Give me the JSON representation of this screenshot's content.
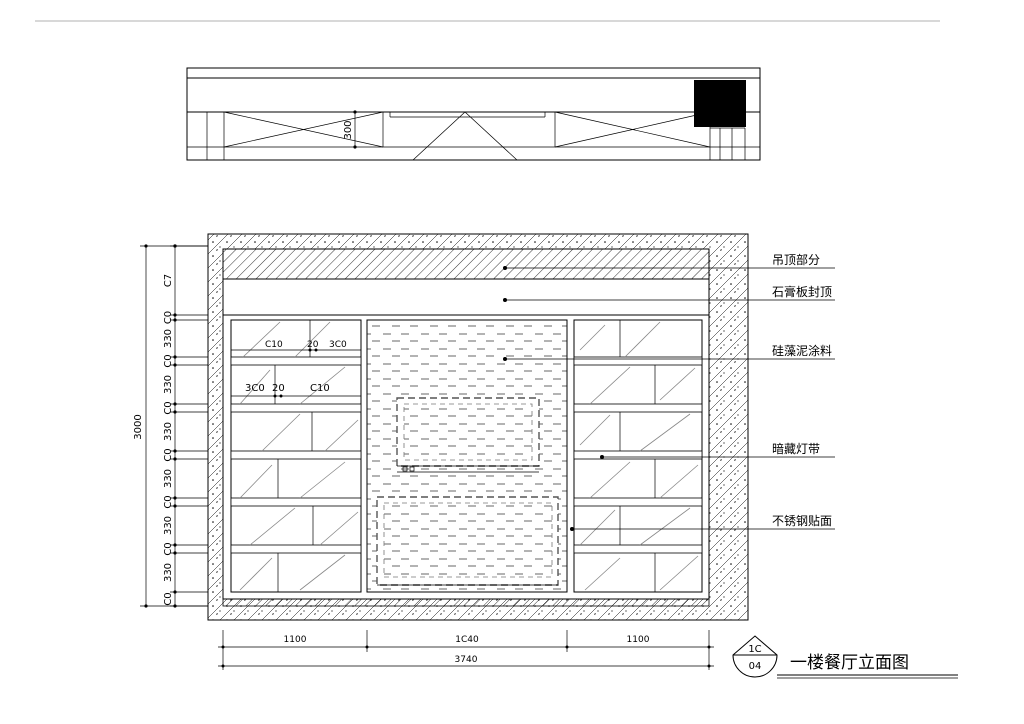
{
  "drawing_title": "一楼餐厅立面图",
  "index_symbol": {
    "top": "1C",
    "bottom": "04"
  },
  "plan_view": {
    "dimension": "300"
  },
  "callouts": [
    {
      "label": "吊顶部分"
    },
    {
      "label": "石膏板封顶"
    },
    {
      "label": "硅藻泥涂料"
    },
    {
      "label": "暗藏灯带"
    },
    {
      "label": "不锈钢贴面"
    }
  ],
  "left_dimensions": {
    "total": "3000",
    "segments": [
      "C7",
      "C0",
      "330",
      "C0",
      "330",
      "C0",
      "330",
      "C0",
      "330",
      "C0",
      "330",
      "C0",
      "330",
      "C0"
    ]
  },
  "bottom_dimensions": {
    "segments": [
      "1100",
      "1C40",
      "1100"
    ],
    "total": "3740"
  },
  "shelf_dimensions": {
    "row1": [
      "C10",
      "20",
      "3C0"
    ],
    "row2": [
      "3C0",
      "20",
      "C10"
    ]
  }
}
